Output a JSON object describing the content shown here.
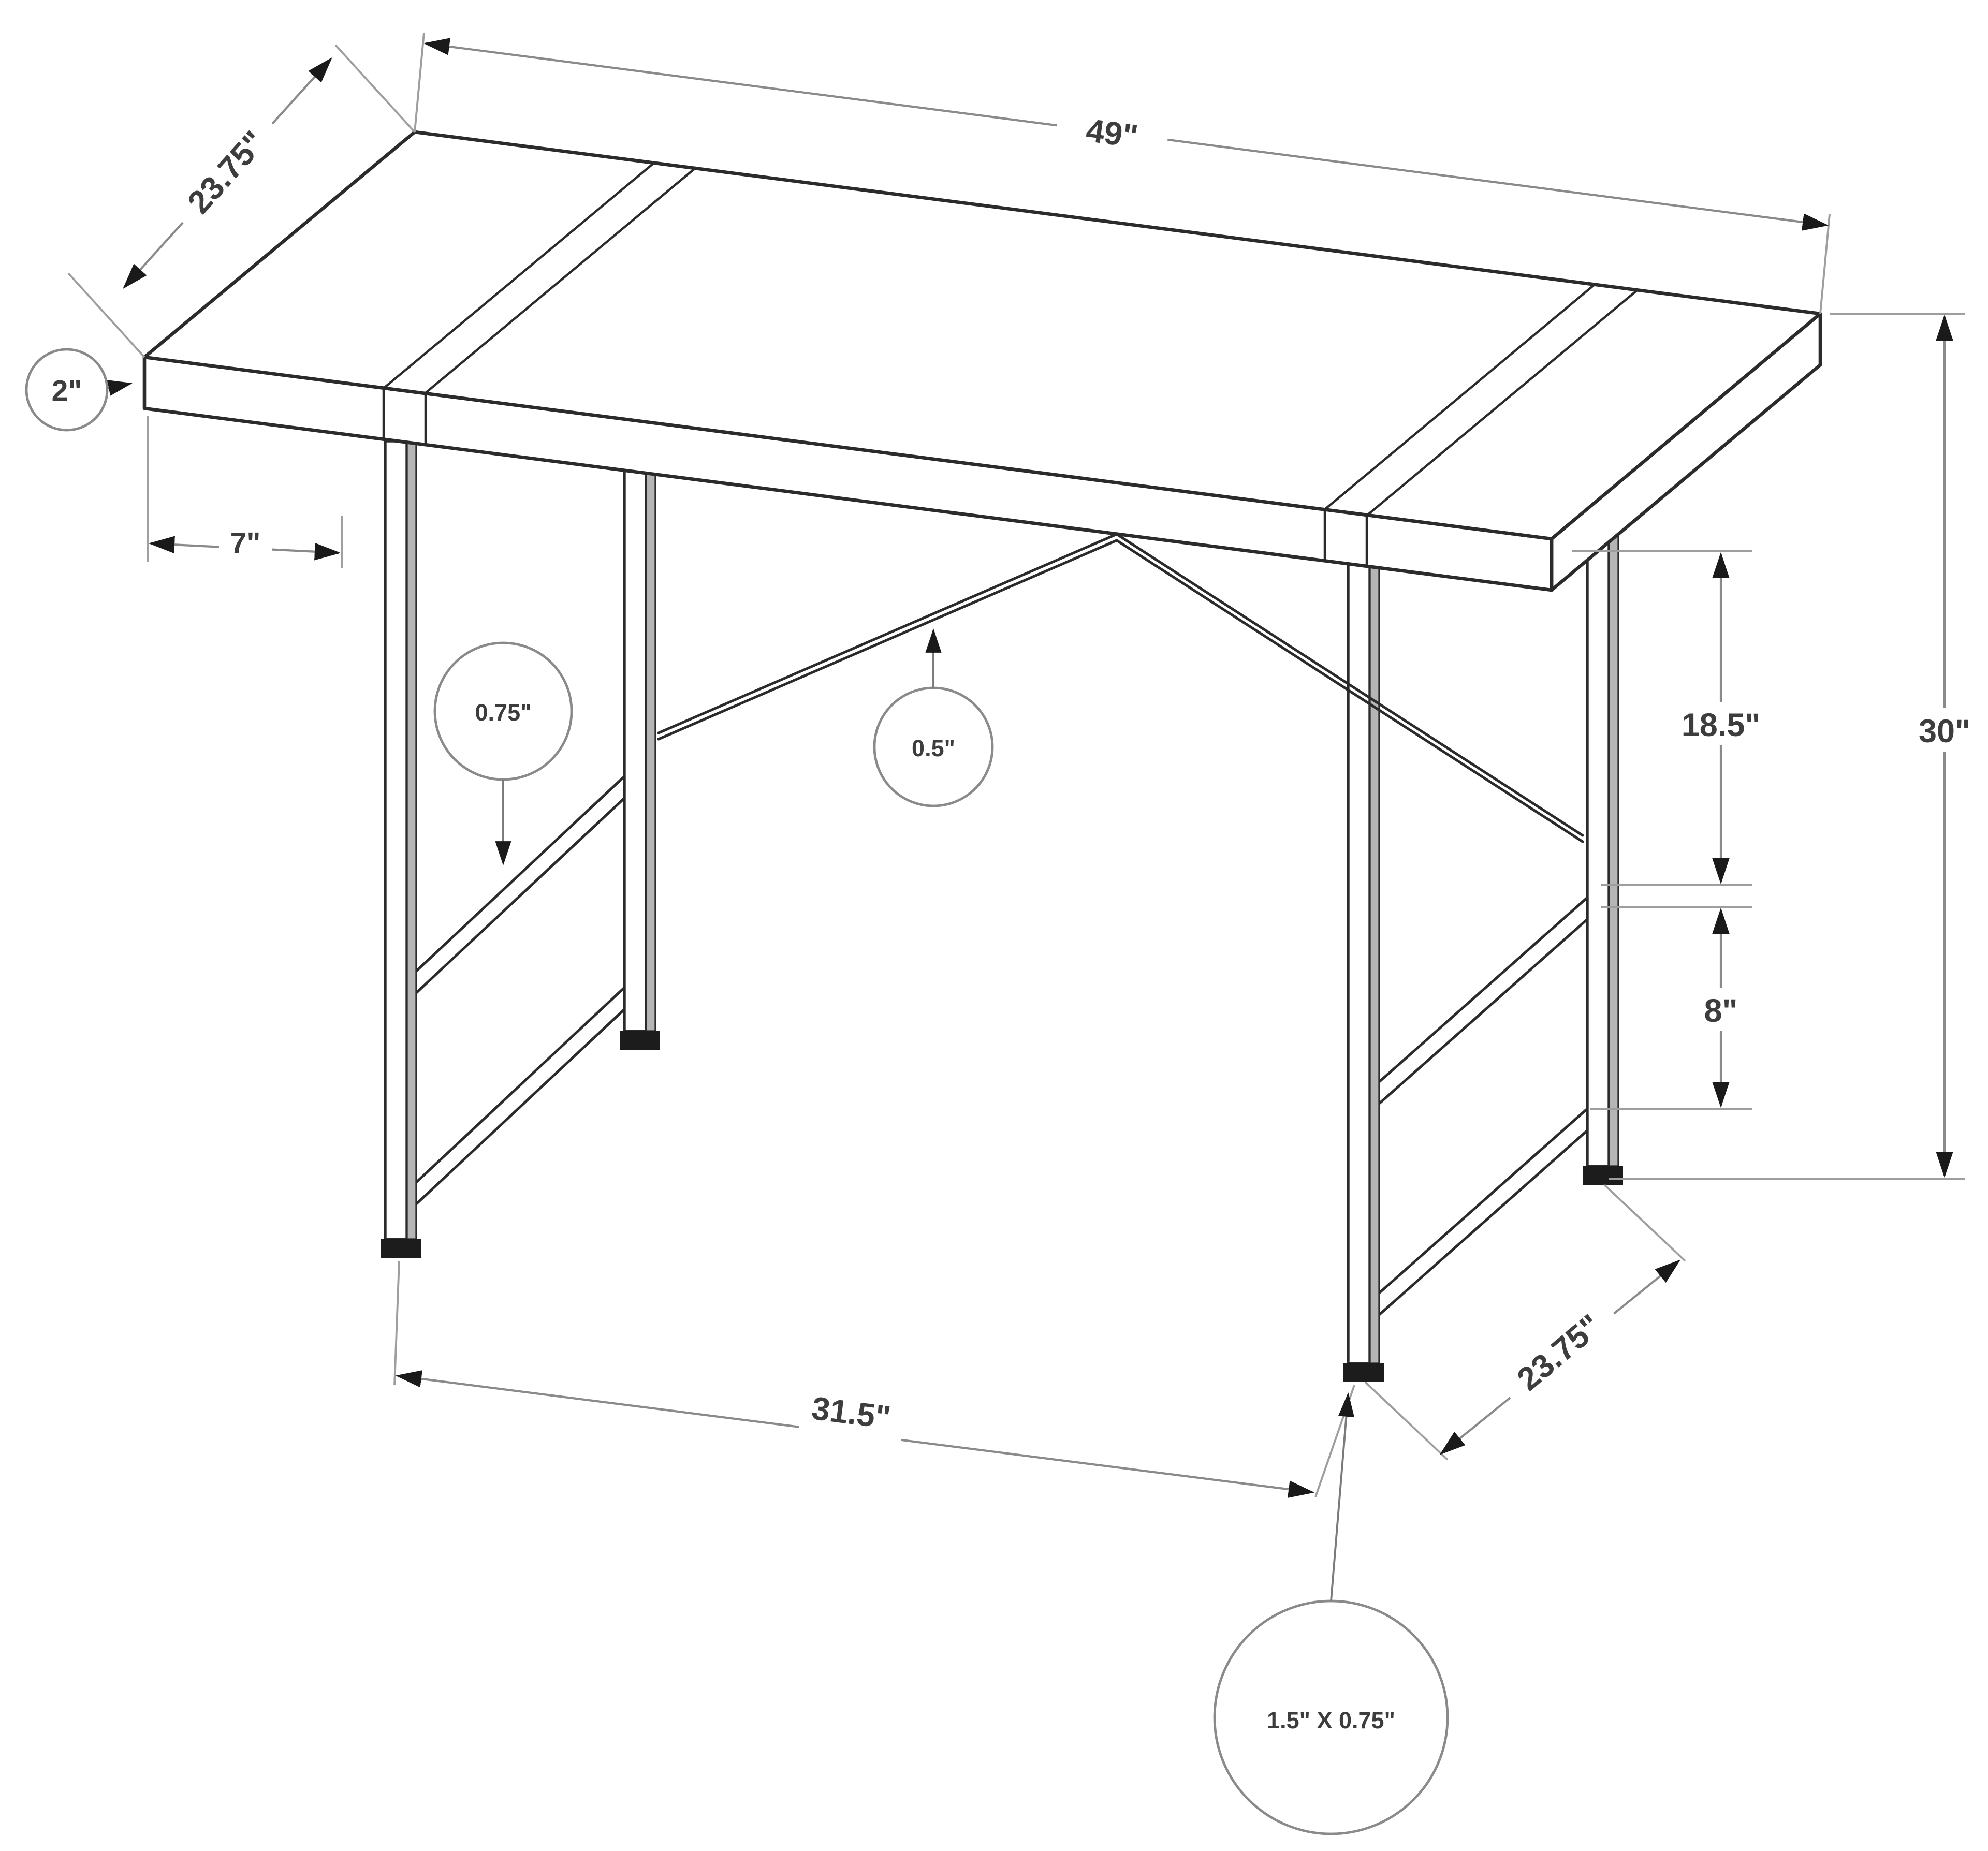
{
  "page": {
    "title": "Desk dimension diagram",
    "background": "#ffffff"
  },
  "diagram": {
    "type": "isometric-line-drawing",
    "subject": "writing desk with metal trestle frame and x-brace",
    "units": "inches",
    "line_color": "#2b2b2b",
    "dimension_line_color": "#8a8a8a",
    "labels": {
      "top_width": "49\"",
      "top_depth": "23.75\"",
      "top_thickness": "2\"",
      "side_overhang": "7\"",
      "crossbar_thickness": "0.75\"",
      "brace_thickness": "0.5\"",
      "top_to_middle_bar": "18.5\"",
      "middle_to_lower_bar": "8\"",
      "overall_height": "30\"",
      "leg_stance": "31.5\"",
      "base_depth": "23.75\"",
      "leg_profile": "1.5\" X 0.75\""
    }
  }
}
